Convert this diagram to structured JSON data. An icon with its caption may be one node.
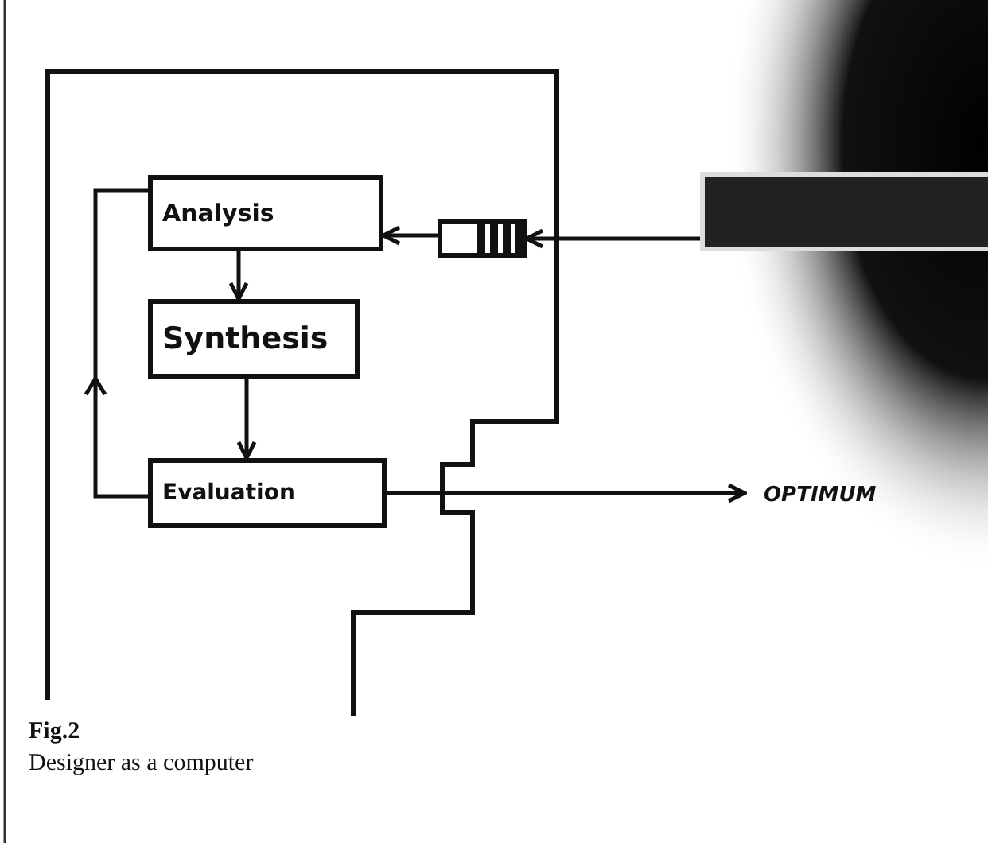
{
  "diagram": {
    "title": "Fig.2",
    "caption": "Designer as a computer",
    "nodes": [
      {
        "text": [
          "Analysis"
        ]
      },
      {
        "text": [
          "Synthesis"
        ]
      },
      {
        "text": [
          "Evaluation"
        ]
      },
      {
        "text": [],
        "shape": "box"
      },
      {
        "text": [],
        "shape": "box"
      },
      {
        "text": [
          "OPTIMUM"
        ]
      }
    ],
    "edges": [
      {
        "from": 4,
        "to": 3,
        "arrow": "to"
      },
      {
        "from": 3,
        "to": 0,
        "arrow": "to"
      },
      {
        "from": 0,
        "to": 1,
        "arrow": "to"
      },
      {
        "from": 1,
        "to": 2,
        "arrow": "to"
      },
      {
        "from": 2,
        "to": 0,
        "arrow": "to"
      },
      {
        "from": 2,
        "to": 5,
        "arrow": "to"
      }
    ]
  }
}
